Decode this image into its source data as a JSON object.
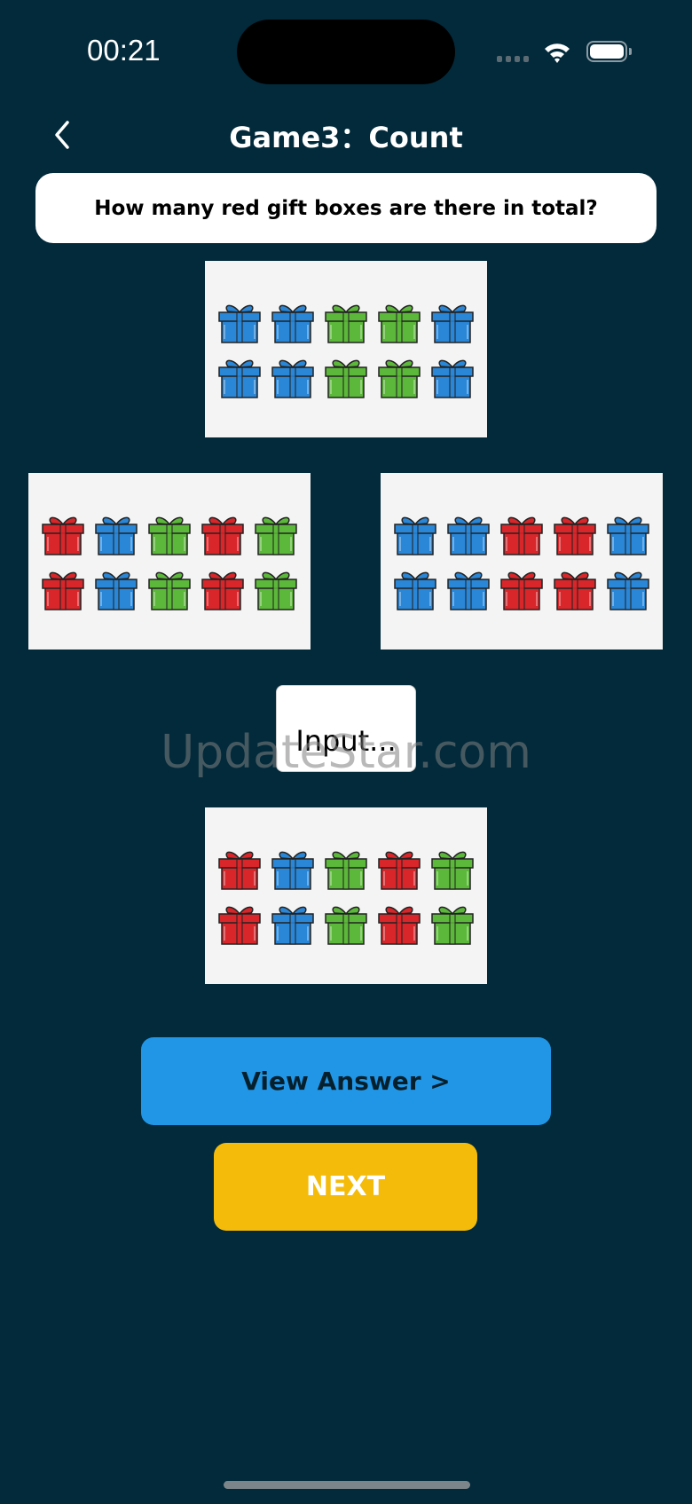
{
  "status_bar": {
    "time": "00:21"
  },
  "header": {
    "title": "Game3：Count"
  },
  "question": "How many red gift boxes are there in total?",
  "colors": {
    "red": "#d9262a",
    "blue": "#2a86d6",
    "green": "#5cb83a",
    "background": "#022a3b",
    "view_button": "#2196e6",
    "next_button": "#f4bb0a"
  },
  "images": [
    {
      "id": "img1",
      "rows": [
        [
          "blue",
          "blue",
          "green",
          "green",
          "blue"
        ],
        [
          "blue",
          "blue",
          "green",
          "green",
          "blue"
        ]
      ]
    },
    {
      "id": "img2",
      "rows": [
        [
          "red",
          "blue",
          "green",
          "red",
          "green"
        ],
        [
          "red",
          "blue",
          "green",
          "red",
          "green"
        ]
      ]
    },
    {
      "id": "img3",
      "rows": [
        [
          "blue",
          "blue",
          "red",
          "red",
          "blue"
        ],
        [
          "blue",
          "blue",
          "red",
          "red",
          "blue"
        ]
      ]
    },
    {
      "id": "img4",
      "rows": [
        [
          "red",
          "blue",
          "green",
          "red",
          "green"
        ],
        [
          "red",
          "blue",
          "green",
          "red",
          "green"
        ]
      ]
    }
  ],
  "answer_input": {
    "placeholder": "Input...",
    "value": ""
  },
  "watermark": "UpdateStar.com",
  "buttons": {
    "view_answer": "View Answer >",
    "next": "NEXT"
  }
}
